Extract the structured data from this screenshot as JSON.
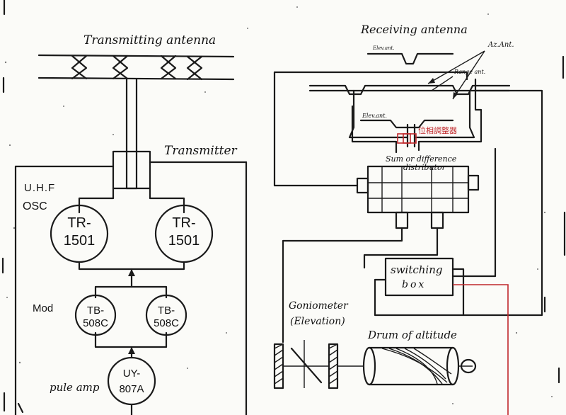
{
  "labels": {
    "transmitting_antenna": "Transmitting antenna",
    "transmitter": "Transmitter",
    "uhf": "U.H.F",
    "osc": "OSC",
    "mod": "Mod",
    "pulse_amp": "pule amp",
    "receiving_antenna": "Receiving antenna",
    "elev_ant_top": "Elev.ant.",
    "az_ant": "Az.Ant.",
    "range_ant": "Range ant.",
    "elev_ant_bottom": "Elev.ant.",
    "phase_adjuster": "位相調整器",
    "sum_difference_line1": "Sum or difference",
    "sum_difference_line2": "distributor",
    "switching": "switching",
    "box": "box",
    "goniometer": "Goniometer",
    "elevation": "(Elevation)",
    "drum_of_altitude": "Drum of altitude"
  },
  "tubes": {
    "osc_left": [
      "TR-",
      "1501"
    ],
    "osc_right": [
      "TR-",
      "1501"
    ],
    "mod_left": [
      "TB-",
      "508C"
    ],
    "mod_right": [
      "TB-",
      "508C"
    ],
    "amp": [
      "UY-",
      "807A"
    ]
  },
  "colors": {
    "ink": "#1a1a1a",
    "annotation": "#c0282b",
    "paper": "#fbfbf8"
  }
}
